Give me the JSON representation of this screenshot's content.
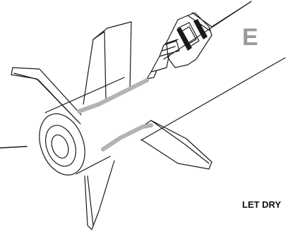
{
  "diagram": {
    "step_letter": "E",
    "caption": "LET DRY",
    "colors": {
      "line": "#1a1a1a",
      "glue": "#b3b3b3",
      "step_letter": "#9a9a9a",
      "caption": "#111111",
      "background": "#ffffff"
    },
    "icons": [
      "rocket-body-illustration",
      "glue-tube-illustration"
    ]
  }
}
